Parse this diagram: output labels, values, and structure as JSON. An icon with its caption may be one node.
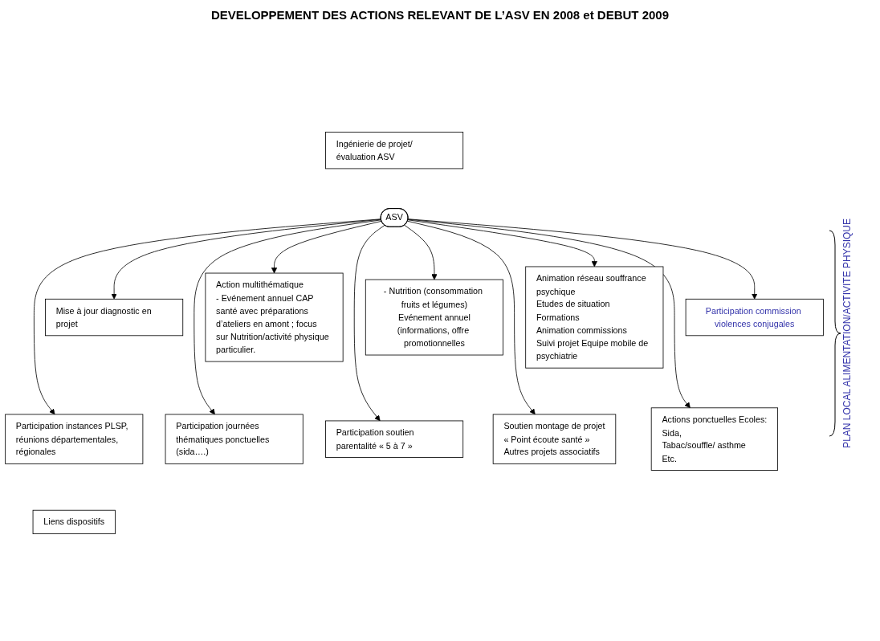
{
  "diagram": {
    "title": "DEVELOPPEMENT DES ACTIONS RELEVANT DE L’ASV EN 2008 et DEBUT 2009",
    "nodes": [
      {
        "text": [
          "Ingénierie de projet/évaluation ASV"
        ]
      },
      {
        "text": [
          "Action multithématique",
          "- Evénement annuel CAP santé avec préparations d’ateliers en amont ; focus sur Nutrition/activité physique particulier."
        ]
      },
      {
        "text": [
          "Mise à jour diagnostic en projet"
        ]
      },
      {
        "text": [
          "Participation instances PLSP, réunions départementales, régionales"
        ]
      },
      {
        "text": [
          "- Nutrition (consommation fruits et légumes)",
          "Evénement annuel",
          "(informations, offre promotionnelles"
        ]
      },
      {
        "text": [
          "Liens dispositifs"
        ]
      },
      {
        "text": [
          "ASV"
        ]
      },
      {
        "text": [
          "Participation journées thématiques ponctuelles (sida….)"
        ]
      },
      {
        "text": [
          "Participation soutien parentalité « 5 à 7 »"
        ]
      },
      {
        "text": [
          "Soutien montage de projet",
          "« Point écoute santé »",
          "Autres projets associatifs"
        ]
      },
      {
        "text": [
          "Animation réseau souffrance psychique",
          "Etudes de situation",
          "Formations",
          "Animation commissions",
          "Suivi projet Equipe mobile de psychiatrie"
        ]
      },
      {
        "text": [
          "Participation commission violences conjugales"
        ]
      },
      {
        "text": [
          "Actions ponctuelles Ecoles:",
          "Sida,",
          "Tabac/souffle/ asthme",
          "Etc."
        ]
      }
    ],
    "edges": [
      {
        "from": 6,
        "to": 2,
        "arrow": "to"
      },
      {
        "from": 6,
        "to": 1,
        "arrow": "to"
      },
      {
        "from": 6,
        "to": 4,
        "arrow": "to"
      },
      {
        "from": 6,
        "to": 10,
        "arrow": "to"
      },
      {
        "from": 6,
        "to": 11,
        "arrow": "to"
      },
      {
        "from": 6,
        "to": 12,
        "arrow": "to"
      },
      {
        "from": 6,
        "to": 9,
        "arrow": "to"
      },
      {
        "from": 6,
        "to": 8,
        "arrow": "to"
      },
      {
        "from": 6,
        "to": 7,
        "arrow": "to"
      },
      {
        "from": 6,
        "to": 3,
        "arrow": "to"
      }
    ],
    "labels": [
      "PLAN LOCAL ALIMENTATION/ACTIVITE PHYSIQUE"
    ]
  }
}
